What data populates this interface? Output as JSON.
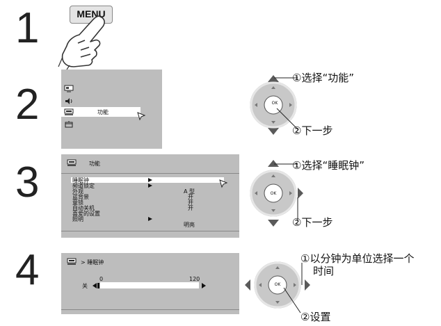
{
  "steps": [
    {
      "number": "1"
    },
    {
      "number": "2"
    },
    {
      "number": "3"
    },
    {
      "number": "4"
    }
  ],
  "menu_key": {
    "label": "MENU"
  },
  "step2": {
    "selected_item": "功能",
    "callout_select": "①选择“功能”",
    "callout_next": "②下一步"
  },
  "step3": {
    "header": "功能",
    "items": [
      {
        "label": "睡眠钟",
        "value": ""
      },
      {
        "label": "频道锁定",
        "value": ""
      },
      {
        "label": "外观",
        "value": "A 型"
      },
      {
        "label": "蓝背景",
        "value": "开"
      },
      {
        "label": "童锁",
        "value": "开"
      },
      {
        "label": "自动关机",
        "value": "开"
      },
      {
        "label": "喜爱的设置",
        "value": ""
      },
      {
        "label": "照明",
        "value": "明亮"
      }
    ],
    "callout_select": "①选择“睡眠钟”",
    "callout_next": "②下一步"
  },
  "step4": {
    "header": "> 睡眠钟",
    "off_label": "关",
    "min_value": "0",
    "max_value": "120",
    "callout_select_line1": "①以分钟为单位选择一个",
    "callout_select_line2": "时间",
    "callout_set": "②设置"
  },
  "ok_label": "OK",
  "colors": {
    "panel": "#bdbdbd",
    "highlight": "#ffffff",
    "pad_ring": "#c8c8c8",
    "arrow": "#5a5a5a"
  }
}
